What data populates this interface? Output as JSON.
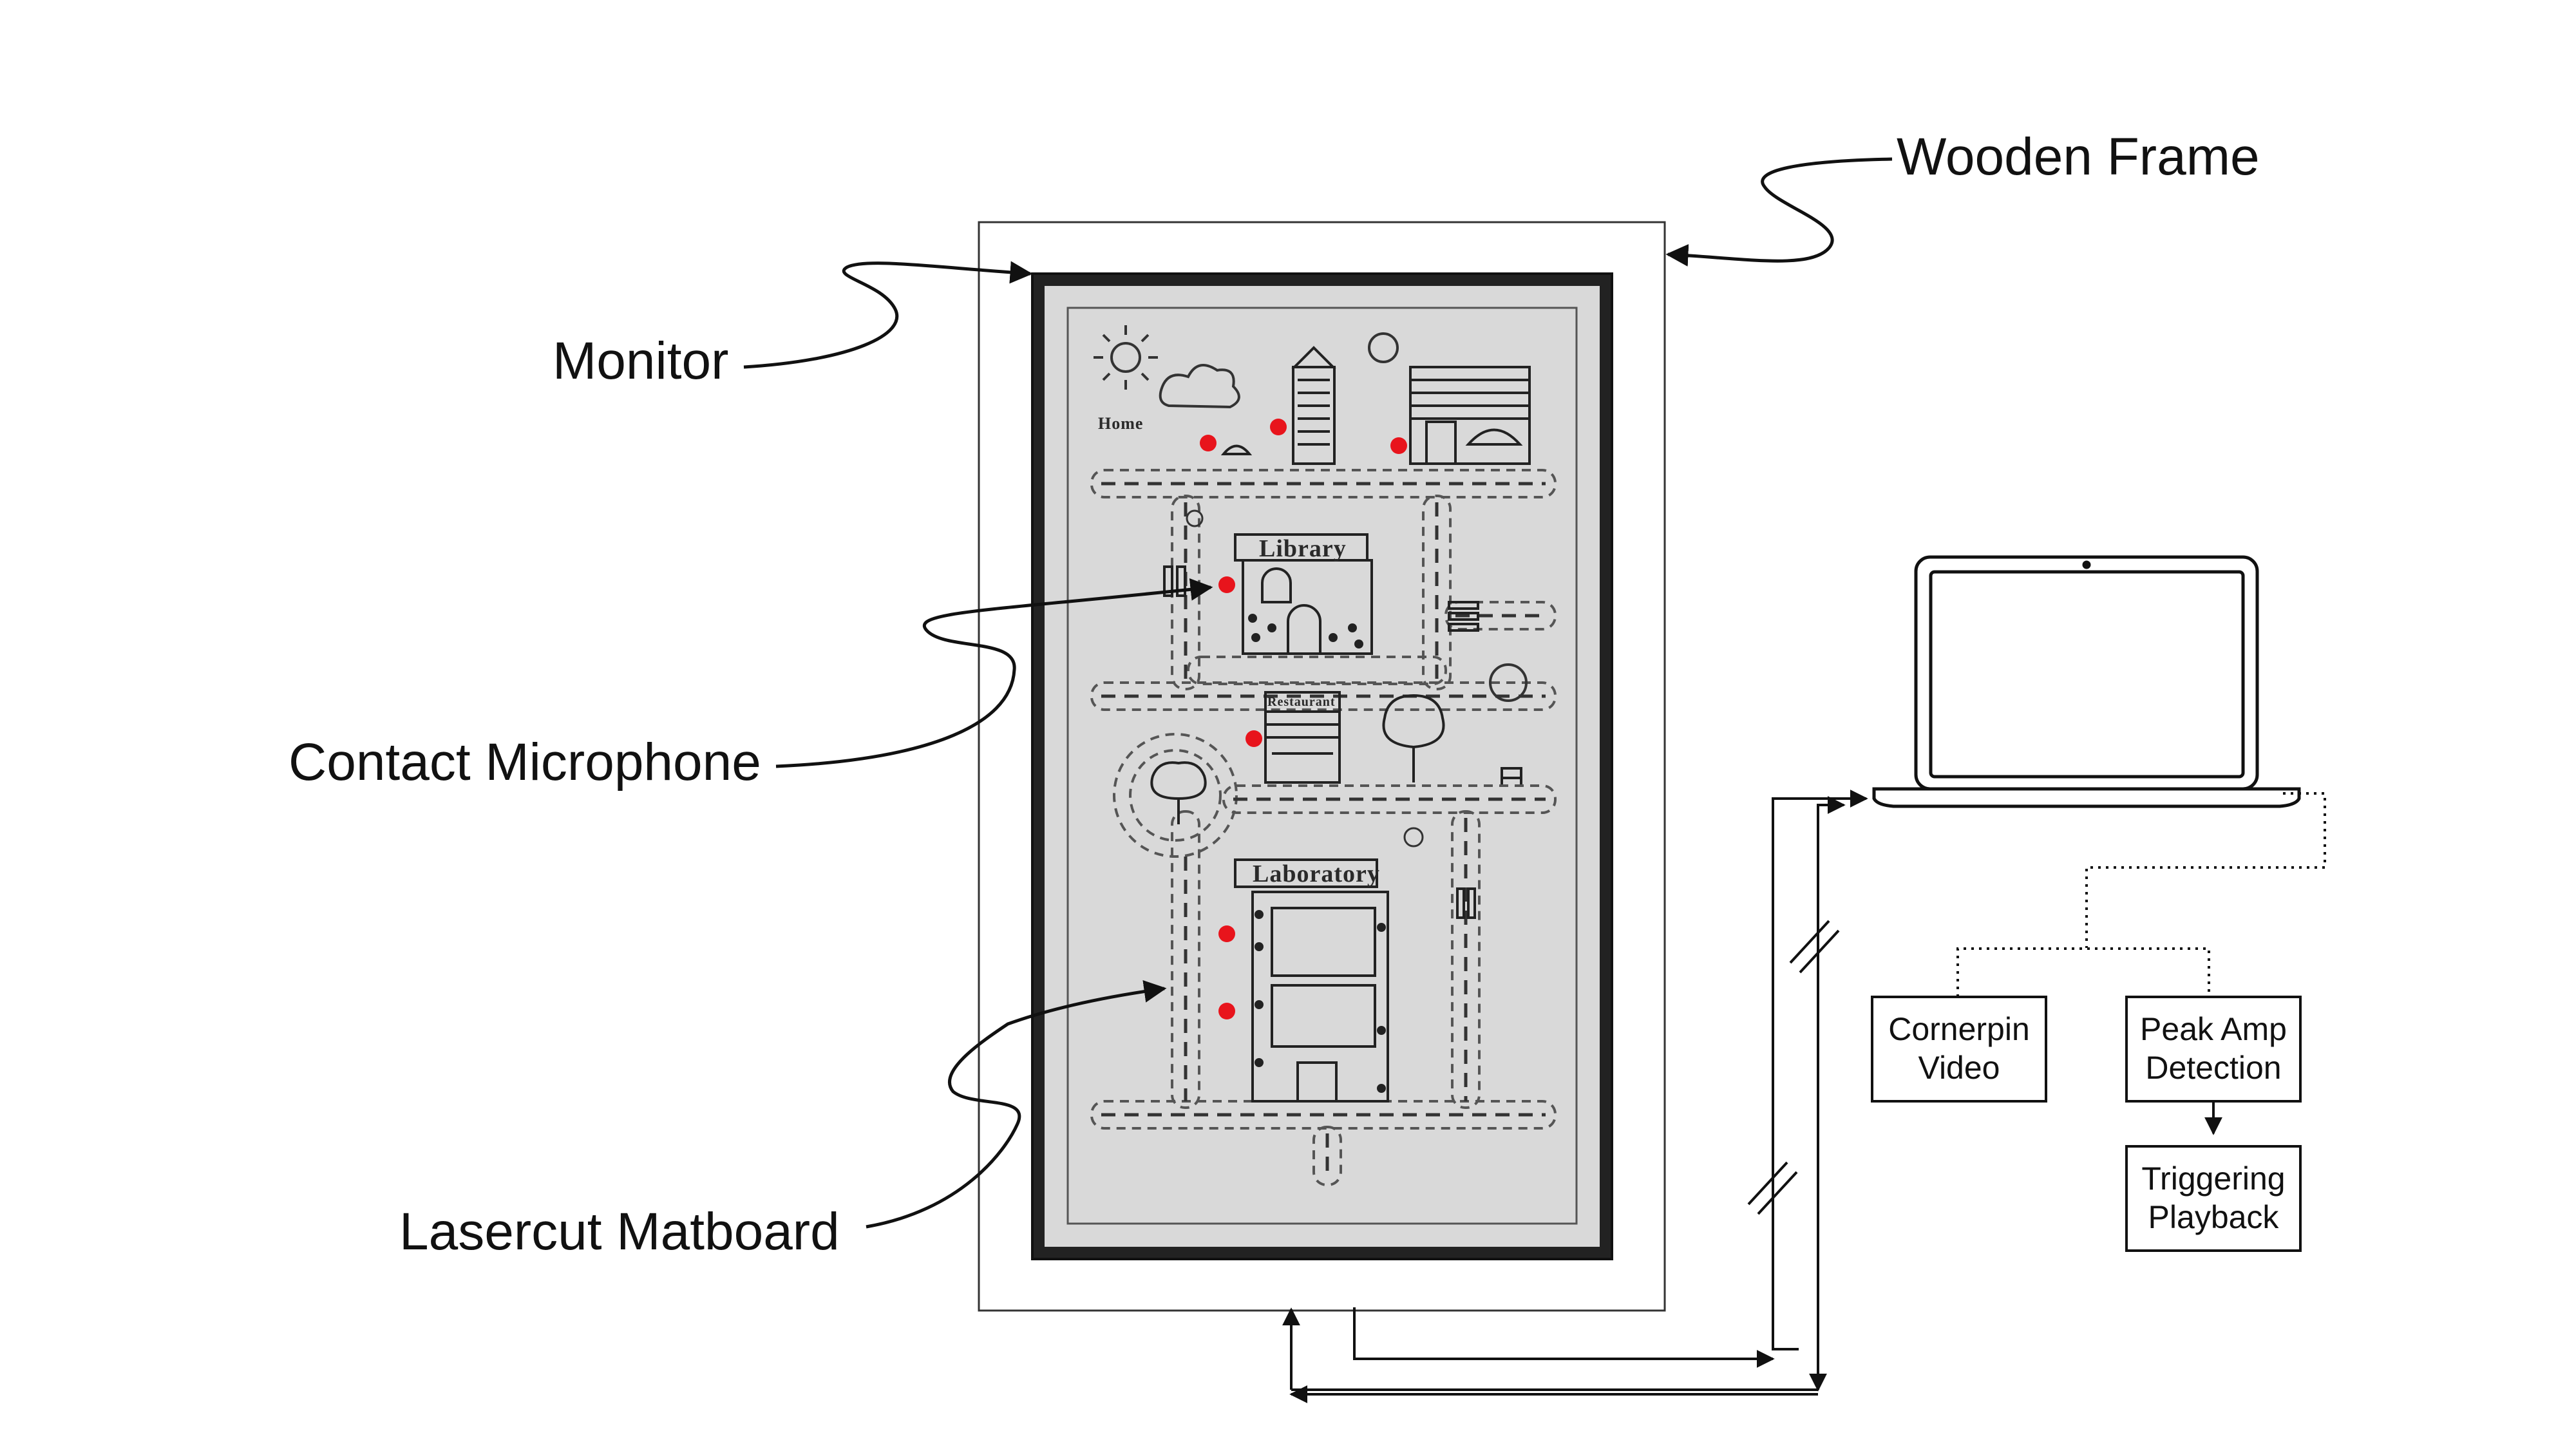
{
  "callouts": {
    "wooden_frame": "Wooden Frame",
    "monitor": "Monitor",
    "contact_microphone": "Contact Microphone",
    "lasercut_matboard": "Lasercut Matboard"
  },
  "process_boxes": {
    "cornerpin": "Cornerpin Video",
    "peak_amp": "Peak Amp Detection",
    "triggering": "Triggering Playback"
  },
  "map_labels": {
    "home": "Home",
    "library": "Library",
    "restaurant": "Restaurant",
    "laboratory": "Laboratory"
  },
  "colors": {
    "mic_dot": "#e8141c",
    "matboard": "#d9d9d9",
    "monitor_bezel": "#222222",
    "ink": "#111111"
  },
  "microphone_count": 7
}
